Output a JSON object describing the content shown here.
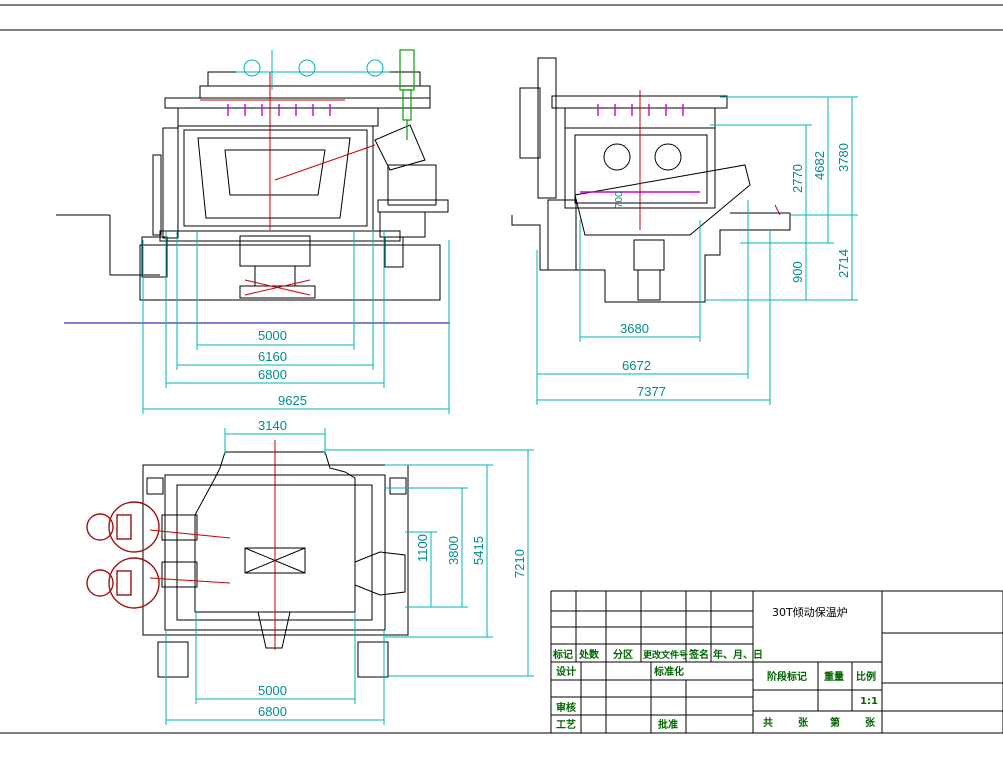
{
  "dimensions": {
    "front": [
      "5000",
      "6160",
      "6800",
      "9625"
    ],
    "side_h": [
      "3680",
      "6672",
      "7377"
    ],
    "side_v": [
      "2770",
      "4682",
      "3780",
      "900",
      "2714"
    ],
    "side_label": "700",
    "top_h": [
      "3140",
      "5000",
      "6800"
    ],
    "top_v": [
      "1100",
      "3800",
      "5415",
      "7210"
    ]
  },
  "title_block": {
    "title": "30T倾动保温炉",
    "header_row": [
      "标记",
      "处数",
      "分区",
      "更改文件号",
      "签名",
      "年、月、日"
    ],
    "design": "设计",
    "standardize": "标准化",
    "review": "审核",
    "process": "工艺",
    "approve": "批准",
    "stage_mark": "阶段标记",
    "weight": "重量",
    "scale": "比例",
    "scale_value": "1:1",
    "total": "共",
    "sheets": "张",
    "page": "第",
    "sheet2": "张"
  },
  "colors": {
    "line": "#000000",
    "dimension": "#00b4b4",
    "accent_red": "#cc0000",
    "accent_green": "#00a000",
    "accent_magenta": "#cc00cc",
    "accent_blue": "#0000aa",
    "accent_yellow": "#ffd400"
  }
}
